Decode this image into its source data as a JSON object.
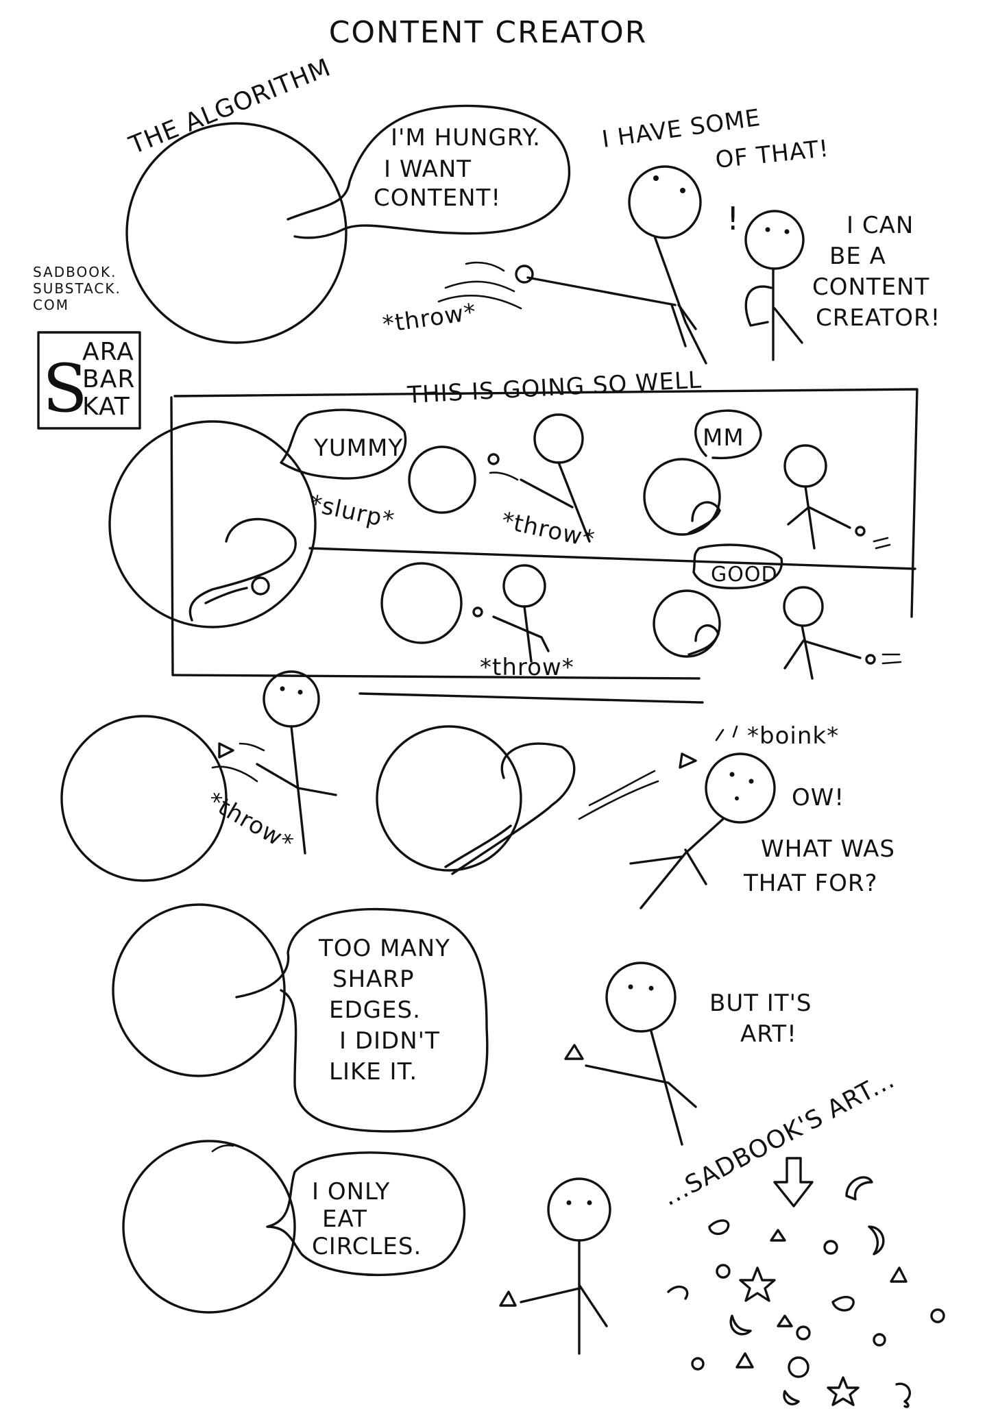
{
  "title": "CONTENT CREATOR",
  "credit": {
    "site_lines": [
      "SADBOOK.",
      "SUBSTACK.",
      "COM"
    ],
    "logo_big_letter": "S",
    "logo_lines": [
      "ARA",
      "BAR",
      "KAT"
    ]
  },
  "panel1": {
    "label": "THE ALGORITHM",
    "speech_lines": [
      "I'M HUNGRY.",
      "I WANT",
      "CONTENT!"
    ],
    "creator_lines": [
      "I HAVE SOME",
      "OF THAT!"
    ],
    "exclaim": "!",
    "kid_lines": [
      "I CAN",
      "BE A",
      "CONTENT",
      "CREATOR!"
    ],
    "sfx": "*throw*"
  },
  "panel2": {
    "caption": "THIS IS GOING SO WELL",
    "yummy": "YUMMY",
    "slurp": "*slurp*",
    "throw1": "*throw*",
    "mm": "MM",
    "good": "GOOD",
    "throw2": "*throw*"
  },
  "panel3": {
    "throw": "*throw*",
    "boink": "*boink*",
    "ow": "OW!",
    "question_lines": [
      "WHAT WAS",
      "THAT FOR?"
    ]
  },
  "panel4": {
    "speech_lines": [
      "TOO MANY",
      "SHARP",
      "EDGES.",
      "I DIDN'T",
      "LIKE IT."
    ],
    "reply_lines": [
      "BUT IT'S",
      "ART!"
    ]
  },
  "panel5": {
    "speech_lines": [
      "I ONLY",
      "EAT",
      "CIRCLES."
    ],
    "art_label": "...SADBOOK'S ART..."
  }
}
